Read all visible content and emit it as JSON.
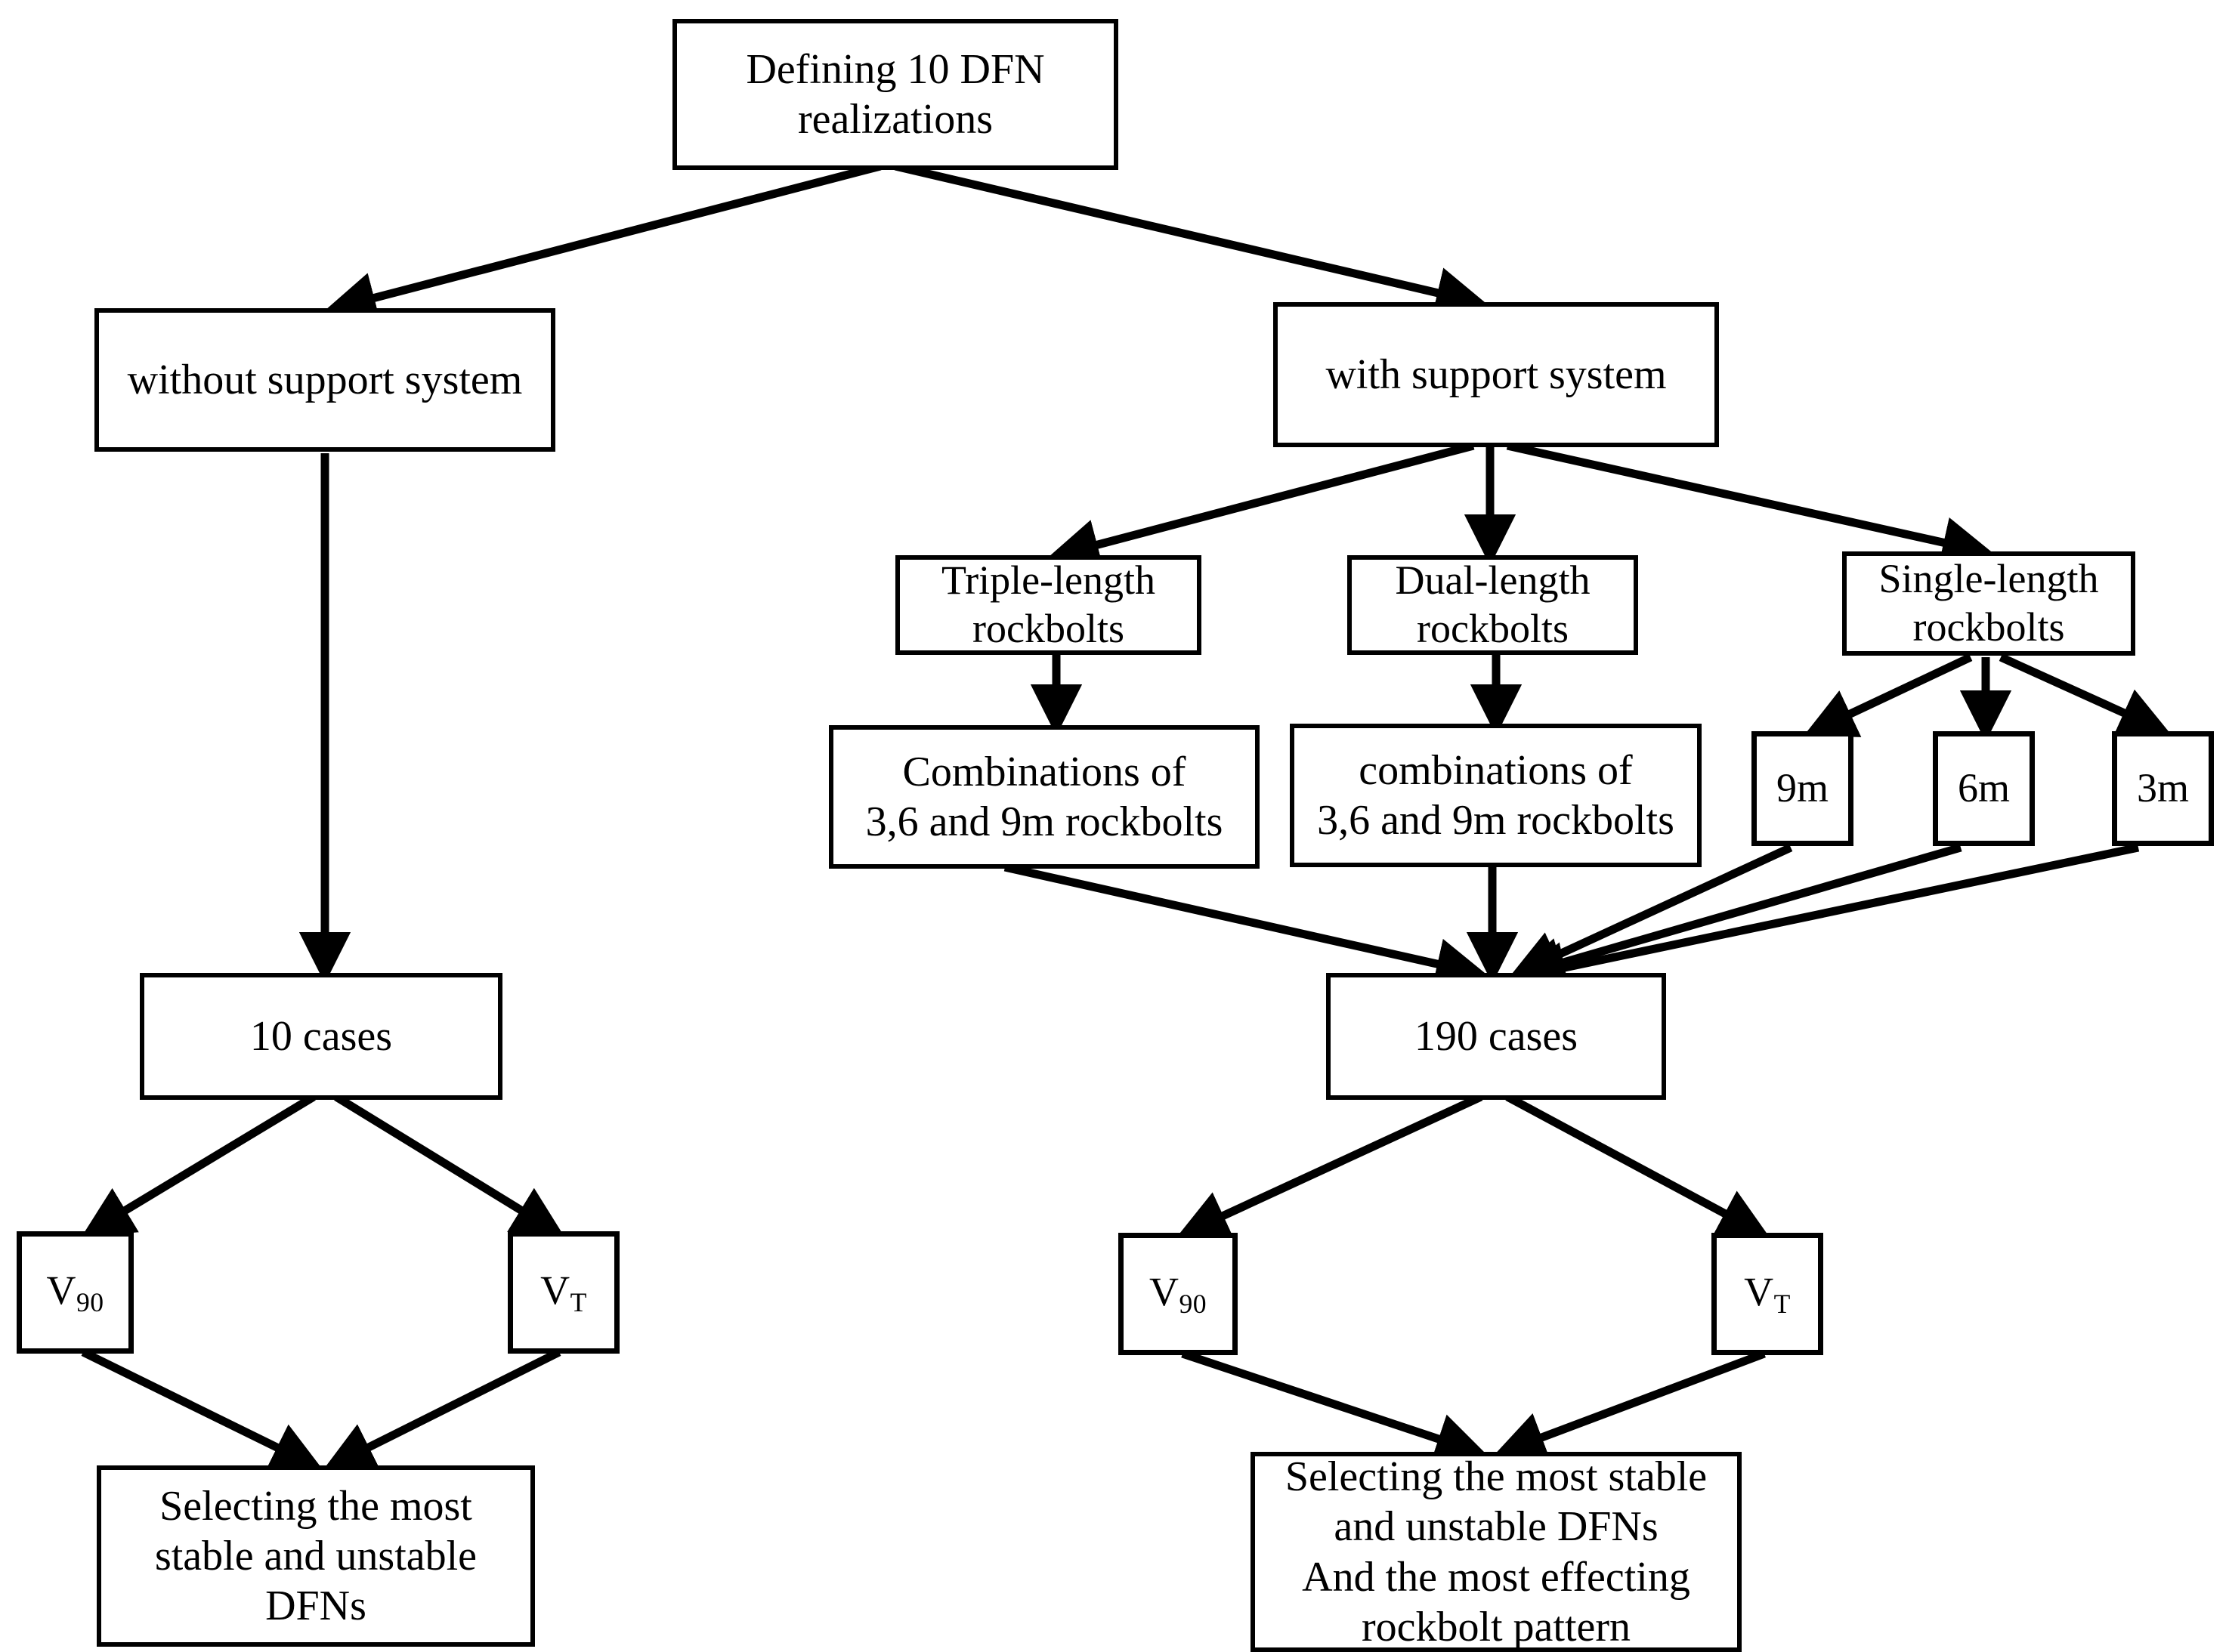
{
  "diagram": {
    "title": "DFN realization analysis workflow",
    "colors": {
      "background": "#ffffff",
      "stroke": "#000000",
      "box_fill": "#ffffff"
    },
    "nodes": {
      "root": "Defining 10 DFN\nrealizations",
      "without_support": "without support system",
      "with_support": "with support system",
      "triple_length": "Triple-length\nrockbolts",
      "dual_length": "Dual-length\nrockbolts",
      "single_length": "Single-length\nrockbolts",
      "combinations_triple": "Combinations of\n3,6 and 9m rockbolts",
      "combinations_dual": "combinations of\n3,6 and 9m rockbolts",
      "bolt_9m": "9m",
      "bolt_6m": "6m",
      "bolt_3m": "3m",
      "cases_left": "10 cases",
      "cases_right": "190 cases",
      "v90_left_base": "V",
      "v90_left_sub": "90",
      "vt_left_base": "V",
      "vt_left_sub": "T",
      "v90_right_base": "V",
      "v90_right_sub": "90",
      "vt_right_base": "V",
      "vt_right_sub": "T",
      "result_left": "Selecting the most\nstable and unstable\nDFNs",
      "result_right": "Selecting the most stable\nand unstable DFNs\nAnd the most effecting\nrockbolt  pattern"
    }
  }
}
